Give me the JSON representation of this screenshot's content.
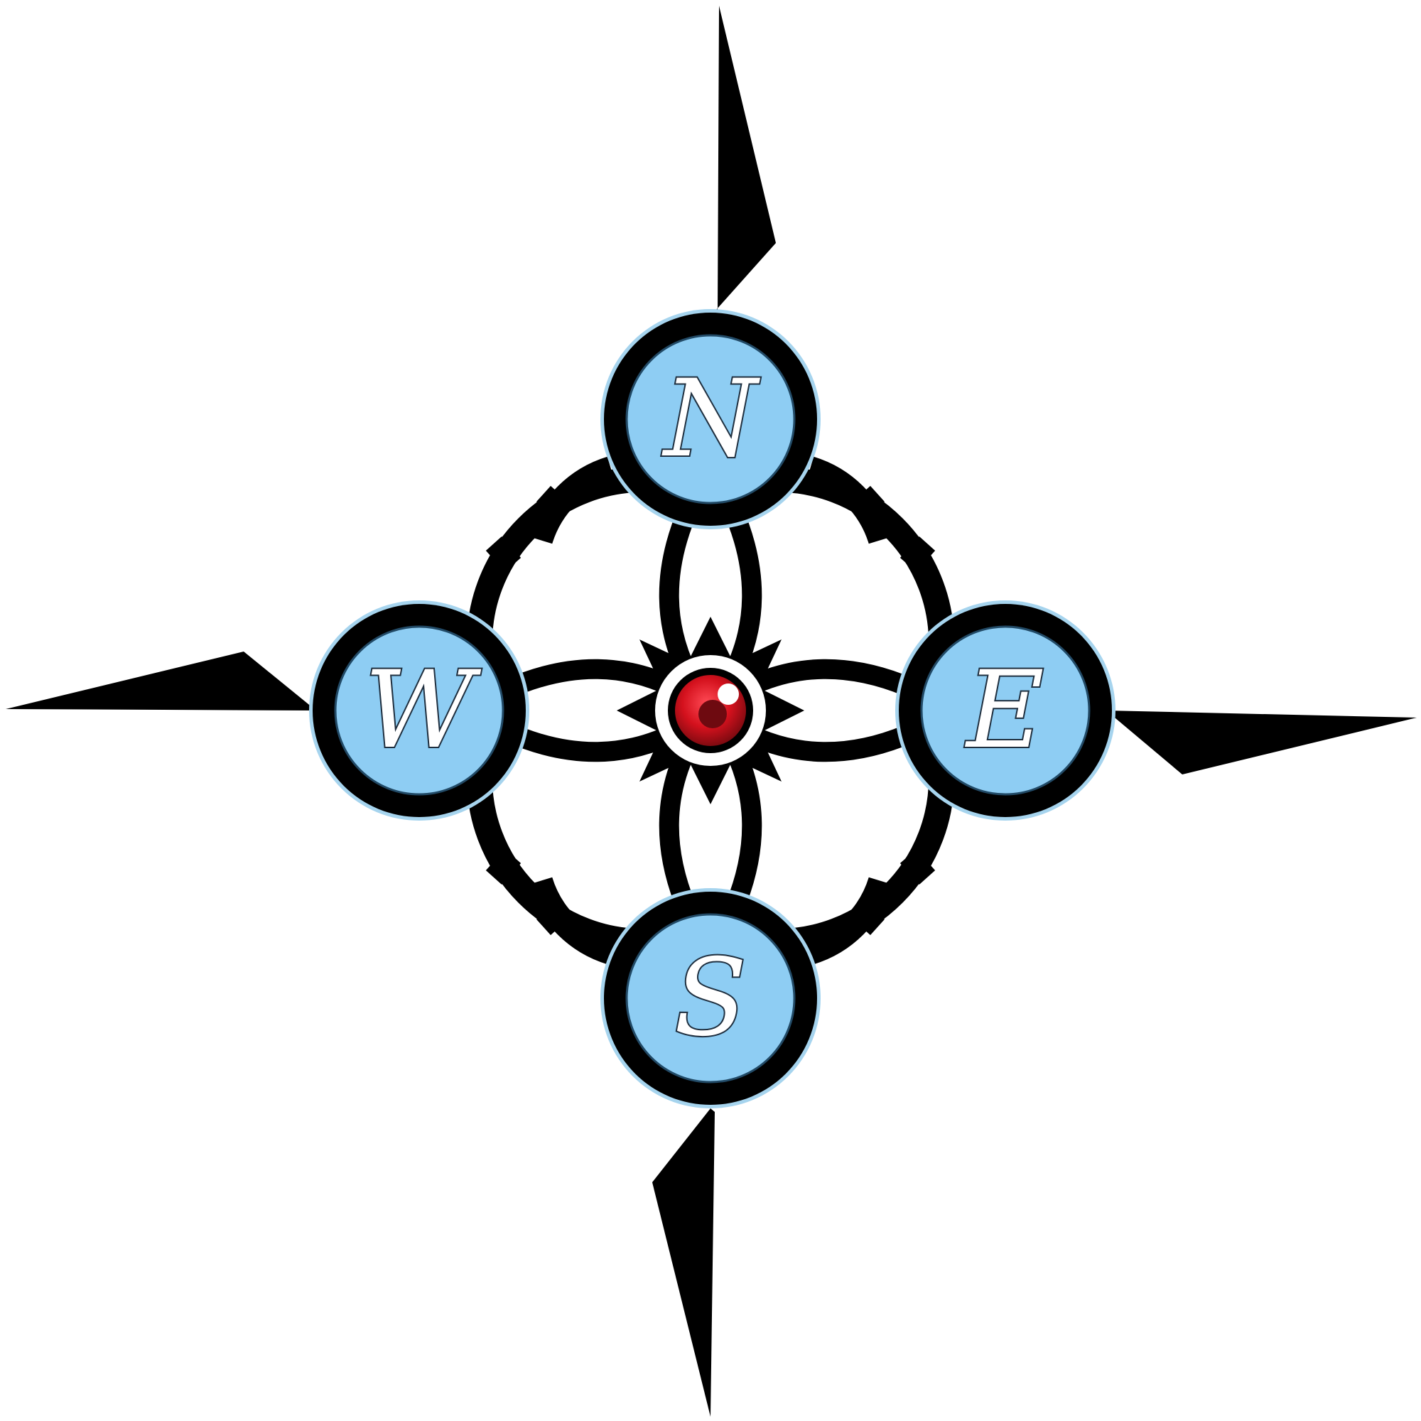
{
  "compass": {
    "directions": [
      {
        "id": "north",
        "letter": "N"
      },
      {
        "id": "east",
        "letter": "E"
      },
      {
        "id": "south",
        "letter": "S"
      },
      {
        "id": "west",
        "letter": "W"
      }
    ],
    "colors": {
      "background": "#ffffff",
      "ink": "#000000",
      "medallion_fill": "#8ecdf3",
      "medallion_glow": "#a6d4ee",
      "jewel": "#d4111d",
      "jewel_dark": "#6e0a10",
      "jewel_highlight": "#ffffff"
    },
    "icons": [
      "compass-rose-icon",
      "red-jewel-icon"
    ]
  }
}
